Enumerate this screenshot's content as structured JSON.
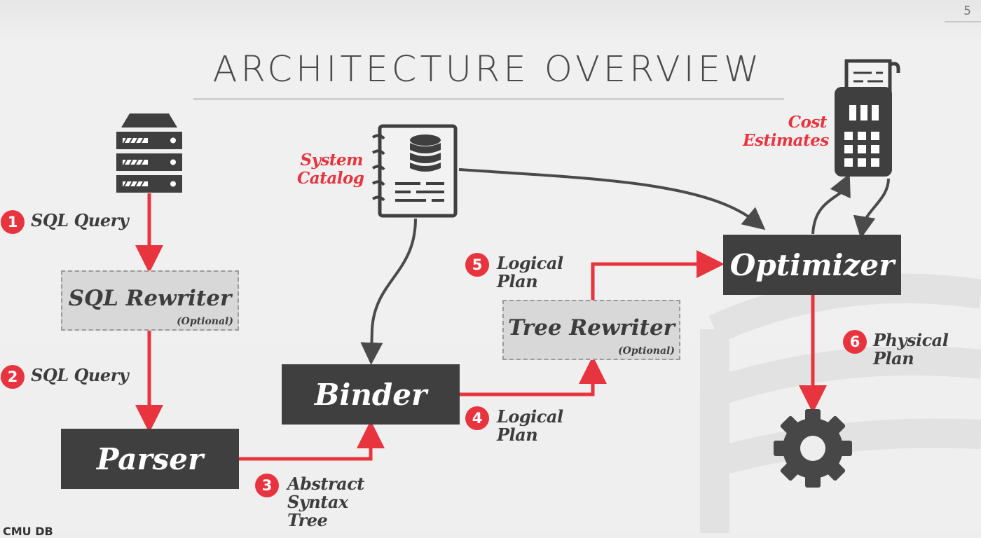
{
  "page_number": "5",
  "title": "ARCHITECTURE OVERVIEW",
  "side_labels": {
    "system_catalog": [
      "System",
      "Catalog"
    ],
    "cost_estimates": [
      "Cost",
      "Estimates"
    ]
  },
  "boxes": {
    "sql_rewriter": {
      "label": "SQL Rewriter",
      "note": "(Optional)"
    },
    "parser": {
      "label": "Parser"
    },
    "binder": {
      "label": "Binder"
    },
    "tree_rewriter": {
      "label": "Tree Rewriter",
      "note": "(Optional)"
    },
    "optimizer": {
      "label": "Optimizer"
    }
  },
  "steps": [
    {
      "num": "1",
      "lines": [
        "SQL Query"
      ]
    },
    {
      "num": "2",
      "lines": [
        "SQL Query"
      ]
    },
    {
      "num": "3",
      "lines": [
        "Abstract",
        "Syntax",
        "Tree"
      ]
    },
    {
      "num": "4",
      "lines": [
        "Logical",
        "Plan"
      ]
    },
    {
      "num": "5",
      "lines": [
        "Logical",
        "Plan"
      ]
    },
    {
      "num": "6",
      "lines": [
        "Physical",
        "Plan"
      ]
    }
  ],
  "icons": [
    "server-icon",
    "catalog-notebook-icon",
    "calculator-icon",
    "gear-icon"
  ],
  "colors": {
    "accent": "#e8343f",
    "box": "#3f3f3f",
    "text": "#3d3d3d",
    "connector": "#4a4a4a"
  },
  "brand_partial": "CMU DB"
}
